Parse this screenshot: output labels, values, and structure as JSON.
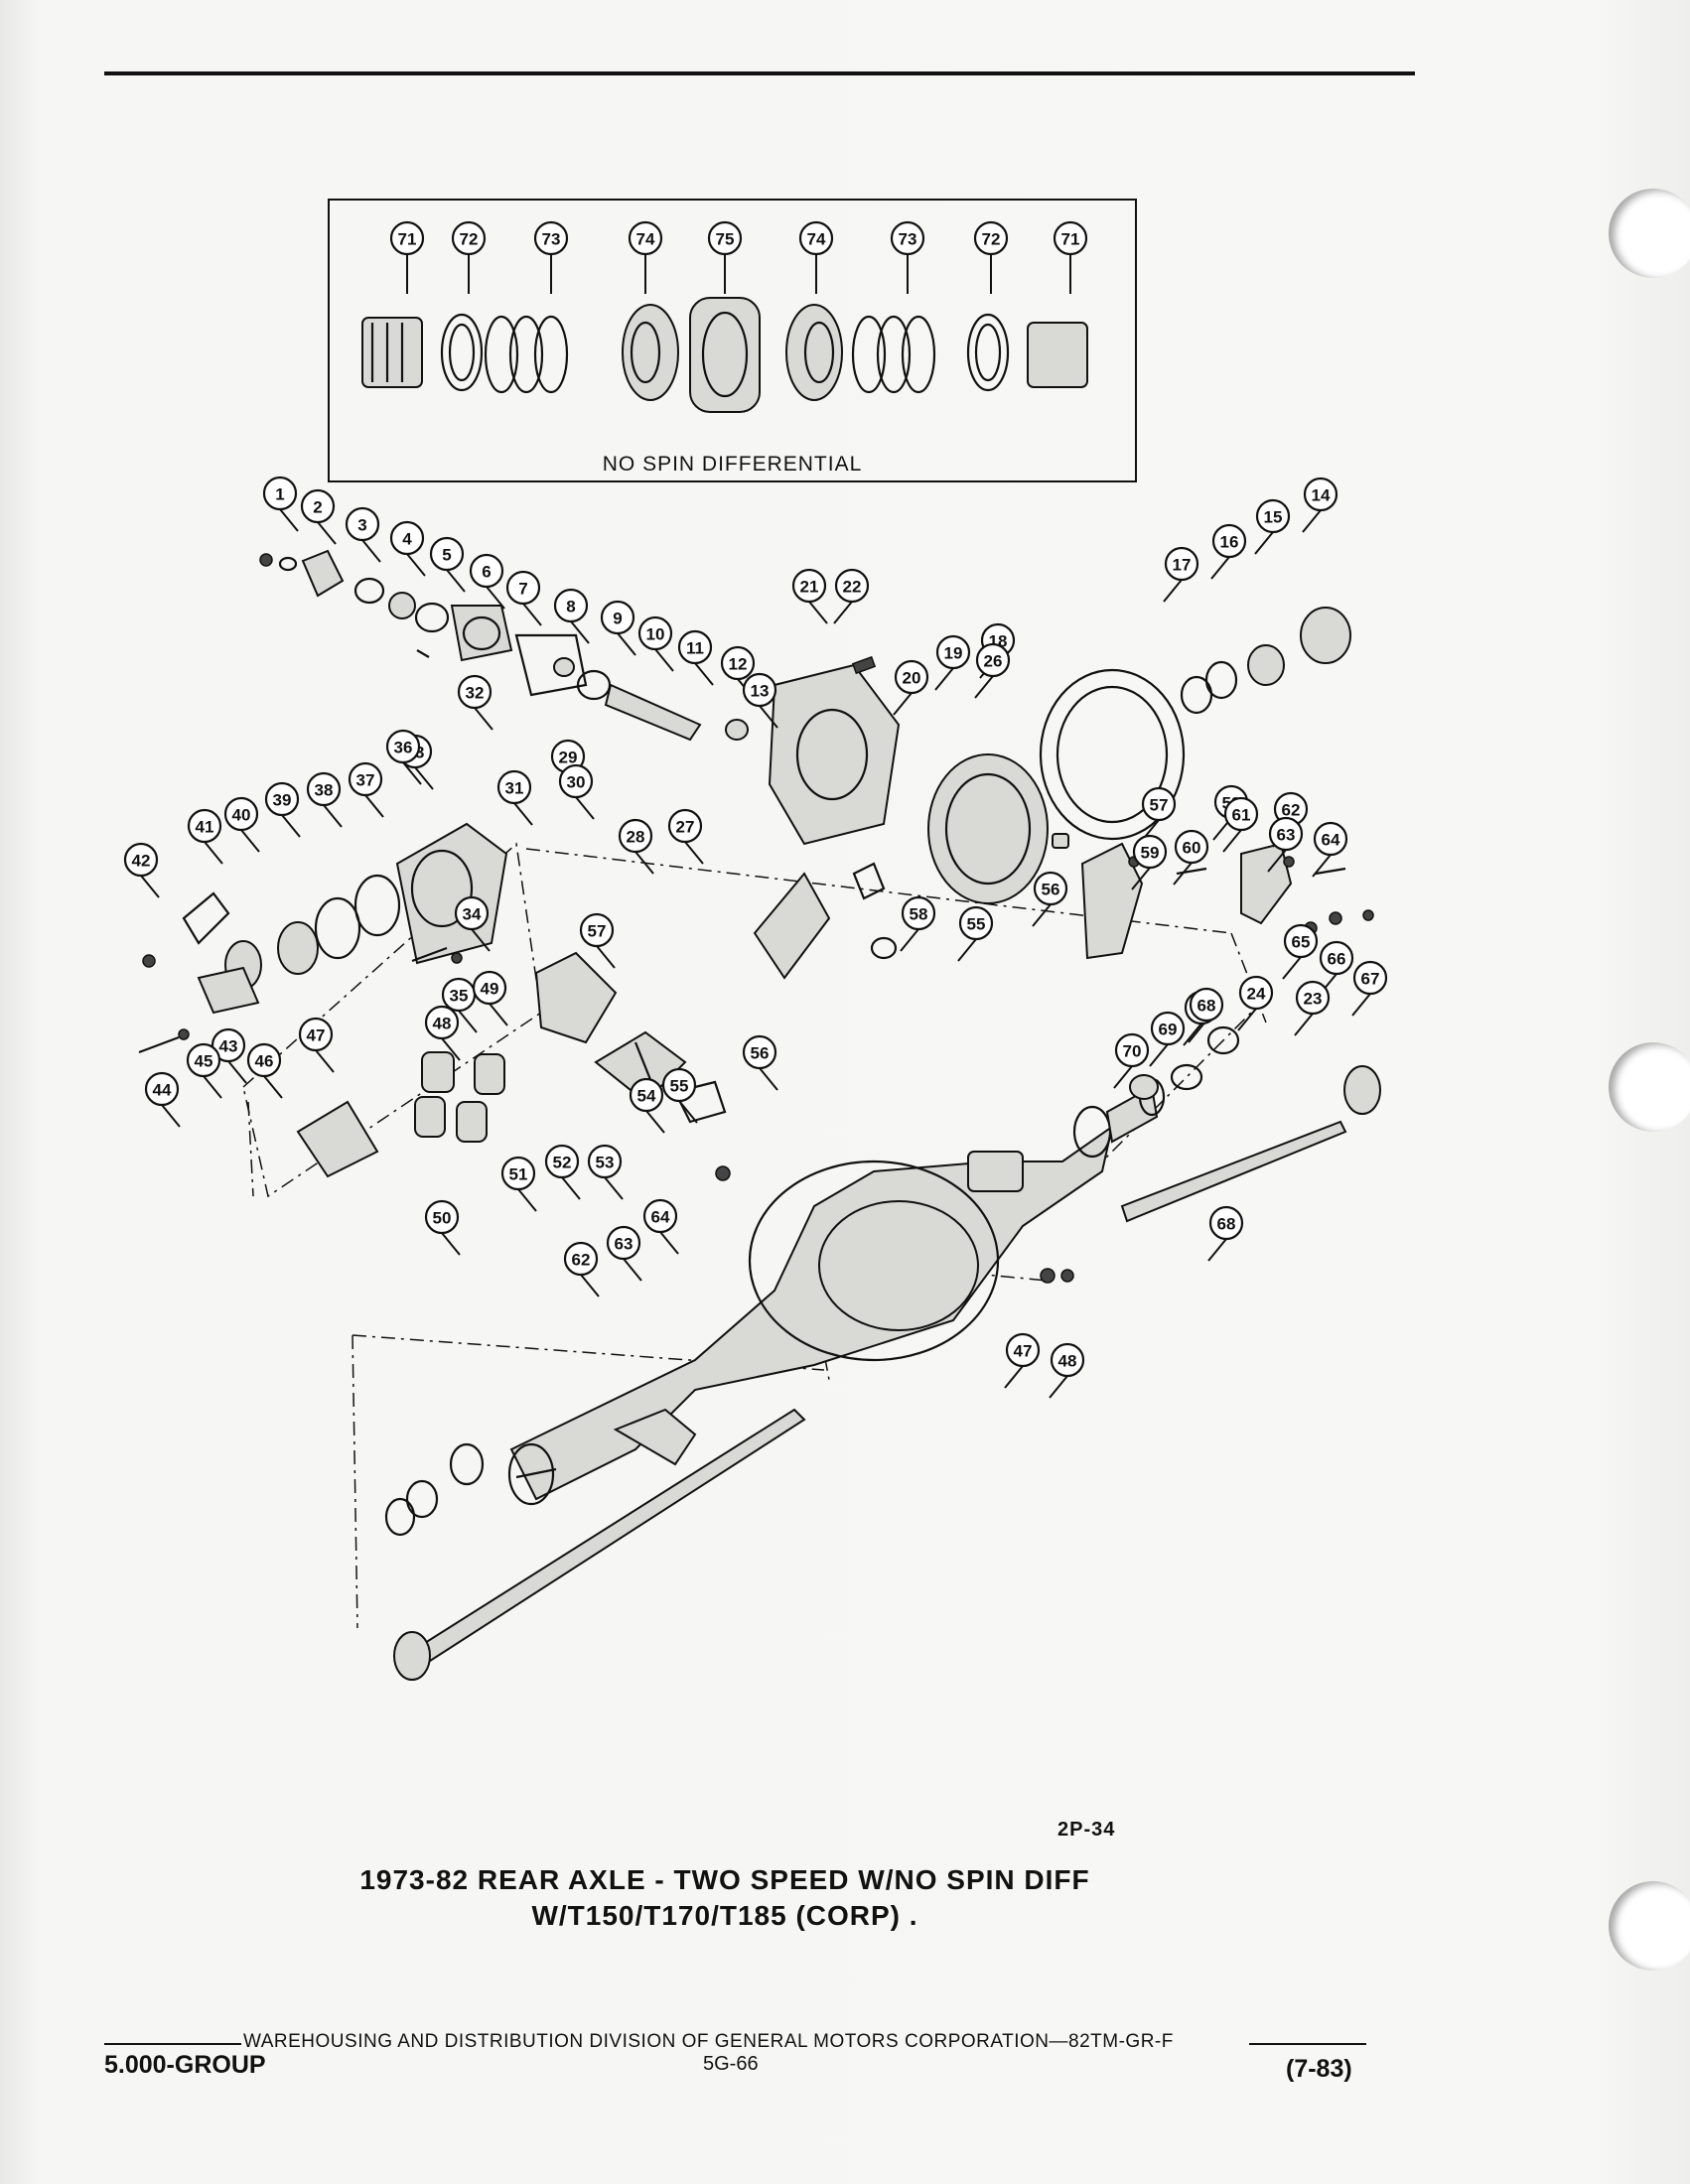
{
  "inset": {
    "caption": "NO SPIN DIFFERENTIAL"
  },
  "callouts": [
    "71",
    "72",
    "73",
    "74",
    "75",
    "74",
    "73",
    "72",
    "71",
    "1",
    "2",
    "3",
    "4",
    "5",
    "6",
    "7",
    "8",
    "9",
    "10",
    "11",
    "12",
    "13",
    "14",
    "15",
    "16",
    "17",
    "18",
    "19",
    "20",
    "21",
    "22",
    "23",
    "24",
    "25",
    "26",
    "27",
    "28",
    "29",
    "30",
    "31",
    "32",
    "33",
    "34",
    "35",
    "36",
    "37",
    "38",
    "39",
    "40",
    "41",
    "42",
    "43",
    "44",
    "45",
    "46",
    "47",
    "48",
    "49",
    "50",
    "51",
    "52",
    "53",
    "54",
    "55",
    "56",
    "57",
    "58",
    "55",
    "56",
    "57",
    "58",
    "59",
    "60",
    "61",
    "62",
    "63",
    "64",
    "65",
    "66",
    "67",
    "68",
    "69",
    "70",
    "62",
    "63",
    "64",
    "68",
    "47",
    "48"
  ],
  "reference_code": "2P-34",
  "title_line1": "1973-82 REAR AXLE - TWO SPEED W/NO SPIN DIFF",
  "title_line2": "W/T150/T170/T185 (CORP)  .",
  "footer": {
    "division_text": "WAREHOUSING AND DISTRIBUTION  DIVISION OF GENERAL MOTORS CORPORATION—82TM-GR-F",
    "group": "5.000-GROUP",
    "page": "5G-66",
    "date": "(7-83)"
  }
}
